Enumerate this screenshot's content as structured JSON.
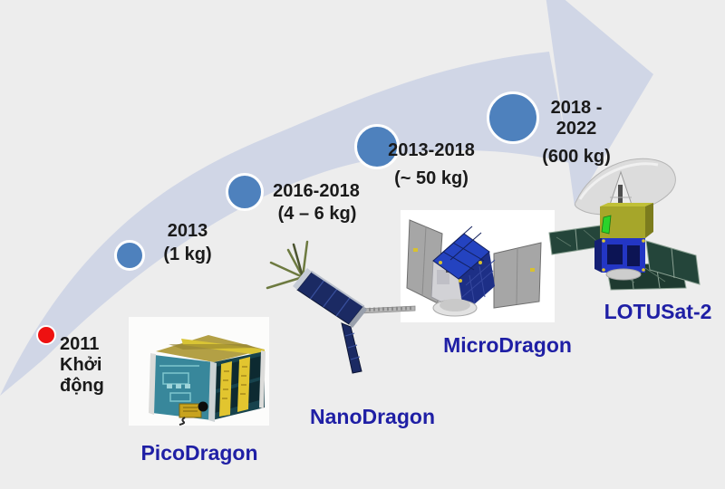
{
  "palette": {
    "background": "#ededed",
    "arrow": "#d0d6e6",
    "milestone_dot": "#4e81bd",
    "start_dot": "#ee1111",
    "year_text": "#1a1a1a",
    "satellite_name_text": "#1f1fa5"
  },
  "milestones": [
    {
      "year": "2011",
      "label_line1": "Khởi",
      "label_line2": "động"
    },
    {
      "year": "2013",
      "mass": "(1 kg)"
    },
    {
      "year": "2016-2018",
      "mass": "(4 – 6 kg)"
    },
    {
      "year": "2013-2018",
      "mass": "(~ 50 kg)"
    },
    {
      "year_line1": "2018 -",
      "year_line2": "2022",
      "mass": "(600 kg)"
    }
  ],
  "satellites": [
    {
      "name": "PicoDragon"
    },
    {
      "name": "NanoDragon"
    },
    {
      "name": "MicroDragon"
    },
    {
      "name": "LOTUSat-2"
    }
  ]
}
